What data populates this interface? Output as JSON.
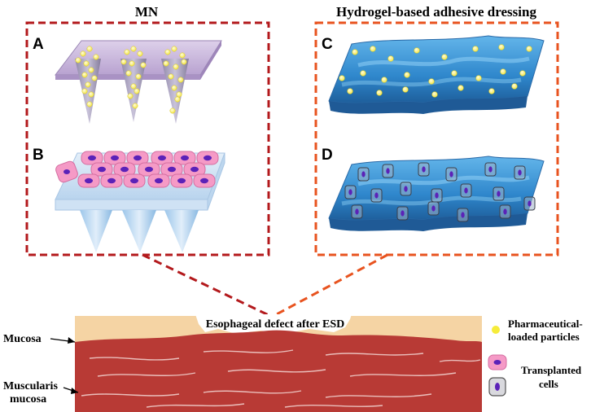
{
  "headers": {
    "left": "MN",
    "right": "Hydrogel-based adhesive dressing"
  },
  "panels": {
    "a": "A",
    "b": "B",
    "c": "C",
    "d": "D"
  },
  "tissue": {
    "defect_label": "Esophageal defect after ESD",
    "mucosa_label": "Mucosa",
    "muscularis_line1": "Muscularis",
    "muscularis_line2": "mucosa"
  },
  "legend": {
    "particles_line1": "Pharmaceutical-",
    "particles_line2": "loaded particles",
    "transplanted": "Transplanted",
    "cells": "cells"
  },
  "colors": {
    "left_box_border": "#b3191c",
    "right_box_border": "#e8531f",
    "mucosa": "#f5d4a4",
    "muscle": "#b83a35",
    "hydrogel": "#3a8fd0",
    "particle": "#f6ec3a",
    "cell_pink": "#f59ac6",
    "nucleus": "#5b22b8",
    "mn_patch": "#c9b6dc",
    "mn_base": "#c8dff3"
  }
}
